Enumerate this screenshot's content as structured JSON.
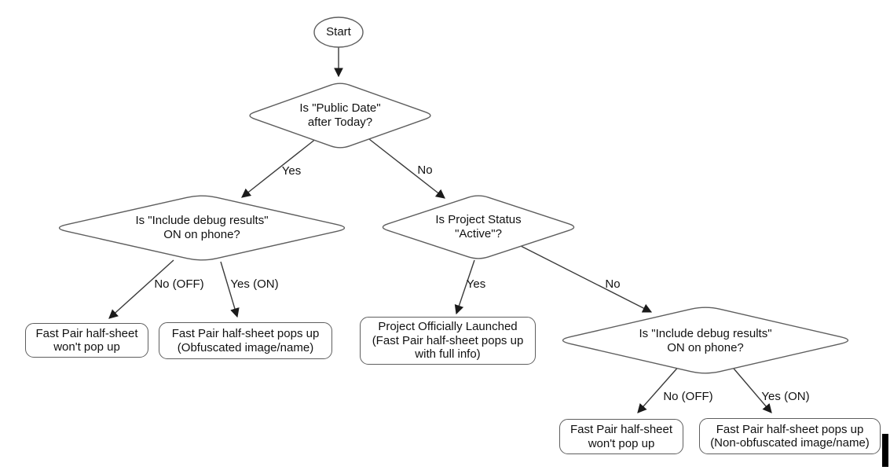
{
  "colors": {
    "background": "#ffffff",
    "shape_stroke": "#5e5e5e",
    "connector": "#3a3a3a",
    "arrowhead": "#1a1a1a",
    "text": "#111111"
  },
  "nodes": {
    "start": {
      "text": "Start"
    },
    "q_public_date": {
      "text": "Is \"Public Date\"\nafter Today?"
    },
    "q_debug_left": {
      "text": "Is \"Include debug results\"\nON on phone?"
    },
    "q_status": {
      "text": "Is Project Status\n\"Active\"?"
    },
    "q_debug_right": {
      "text": "Is \"Include debug results\"\nON on phone?"
    },
    "r_no_popup_left": {
      "text": "Fast Pair half-sheet\nwon't pop up"
    },
    "r_obfuscated": {
      "text": "Fast Pair half-sheet pops up\n(Obfuscated image/name)"
    },
    "r_launched": {
      "text": "Project Officially Launched\n(Fast Pair half-sheet pops up\nwith full info)"
    },
    "r_no_popup_right": {
      "text": "Fast Pair half-sheet\nwon't pop up"
    },
    "r_non_obfuscated": {
      "text": "Fast Pair half-sheet pops up\n(Non-obfuscated image/name)"
    }
  },
  "edges": [
    {
      "from": "start",
      "to": "q_public_date",
      "label": ""
    },
    {
      "from": "q_public_date",
      "to": "q_debug_left",
      "label": "Yes"
    },
    {
      "from": "q_public_date",
      "to": "q_status",
      "label": "No"
    },
    {
      "from": "q_debug_left",
      "to": "r_no_popup_left",
      "label": "No (OFF)"
    },
    {
      "from": "q_debug_left",
      "to": "r_obfuscated",
      "label": "Yes (ON)"
    },
    {
      "from": "q_status",
      "to": "r_launched",
      "label": "Yes"
    },
    {
      "from": "q_status",
      "to": "q_debug_right",
      "label": "No"
    },
    {
      "from": "q_debug_right",
      "to": "r_no_popup_right",
      "label": "No (OFF)"
    },
    {
      "from": "q_debug_right",
      "to": "r_non_obfuscated",
      "label": "Yes (ON)"
    }
  ]
}
